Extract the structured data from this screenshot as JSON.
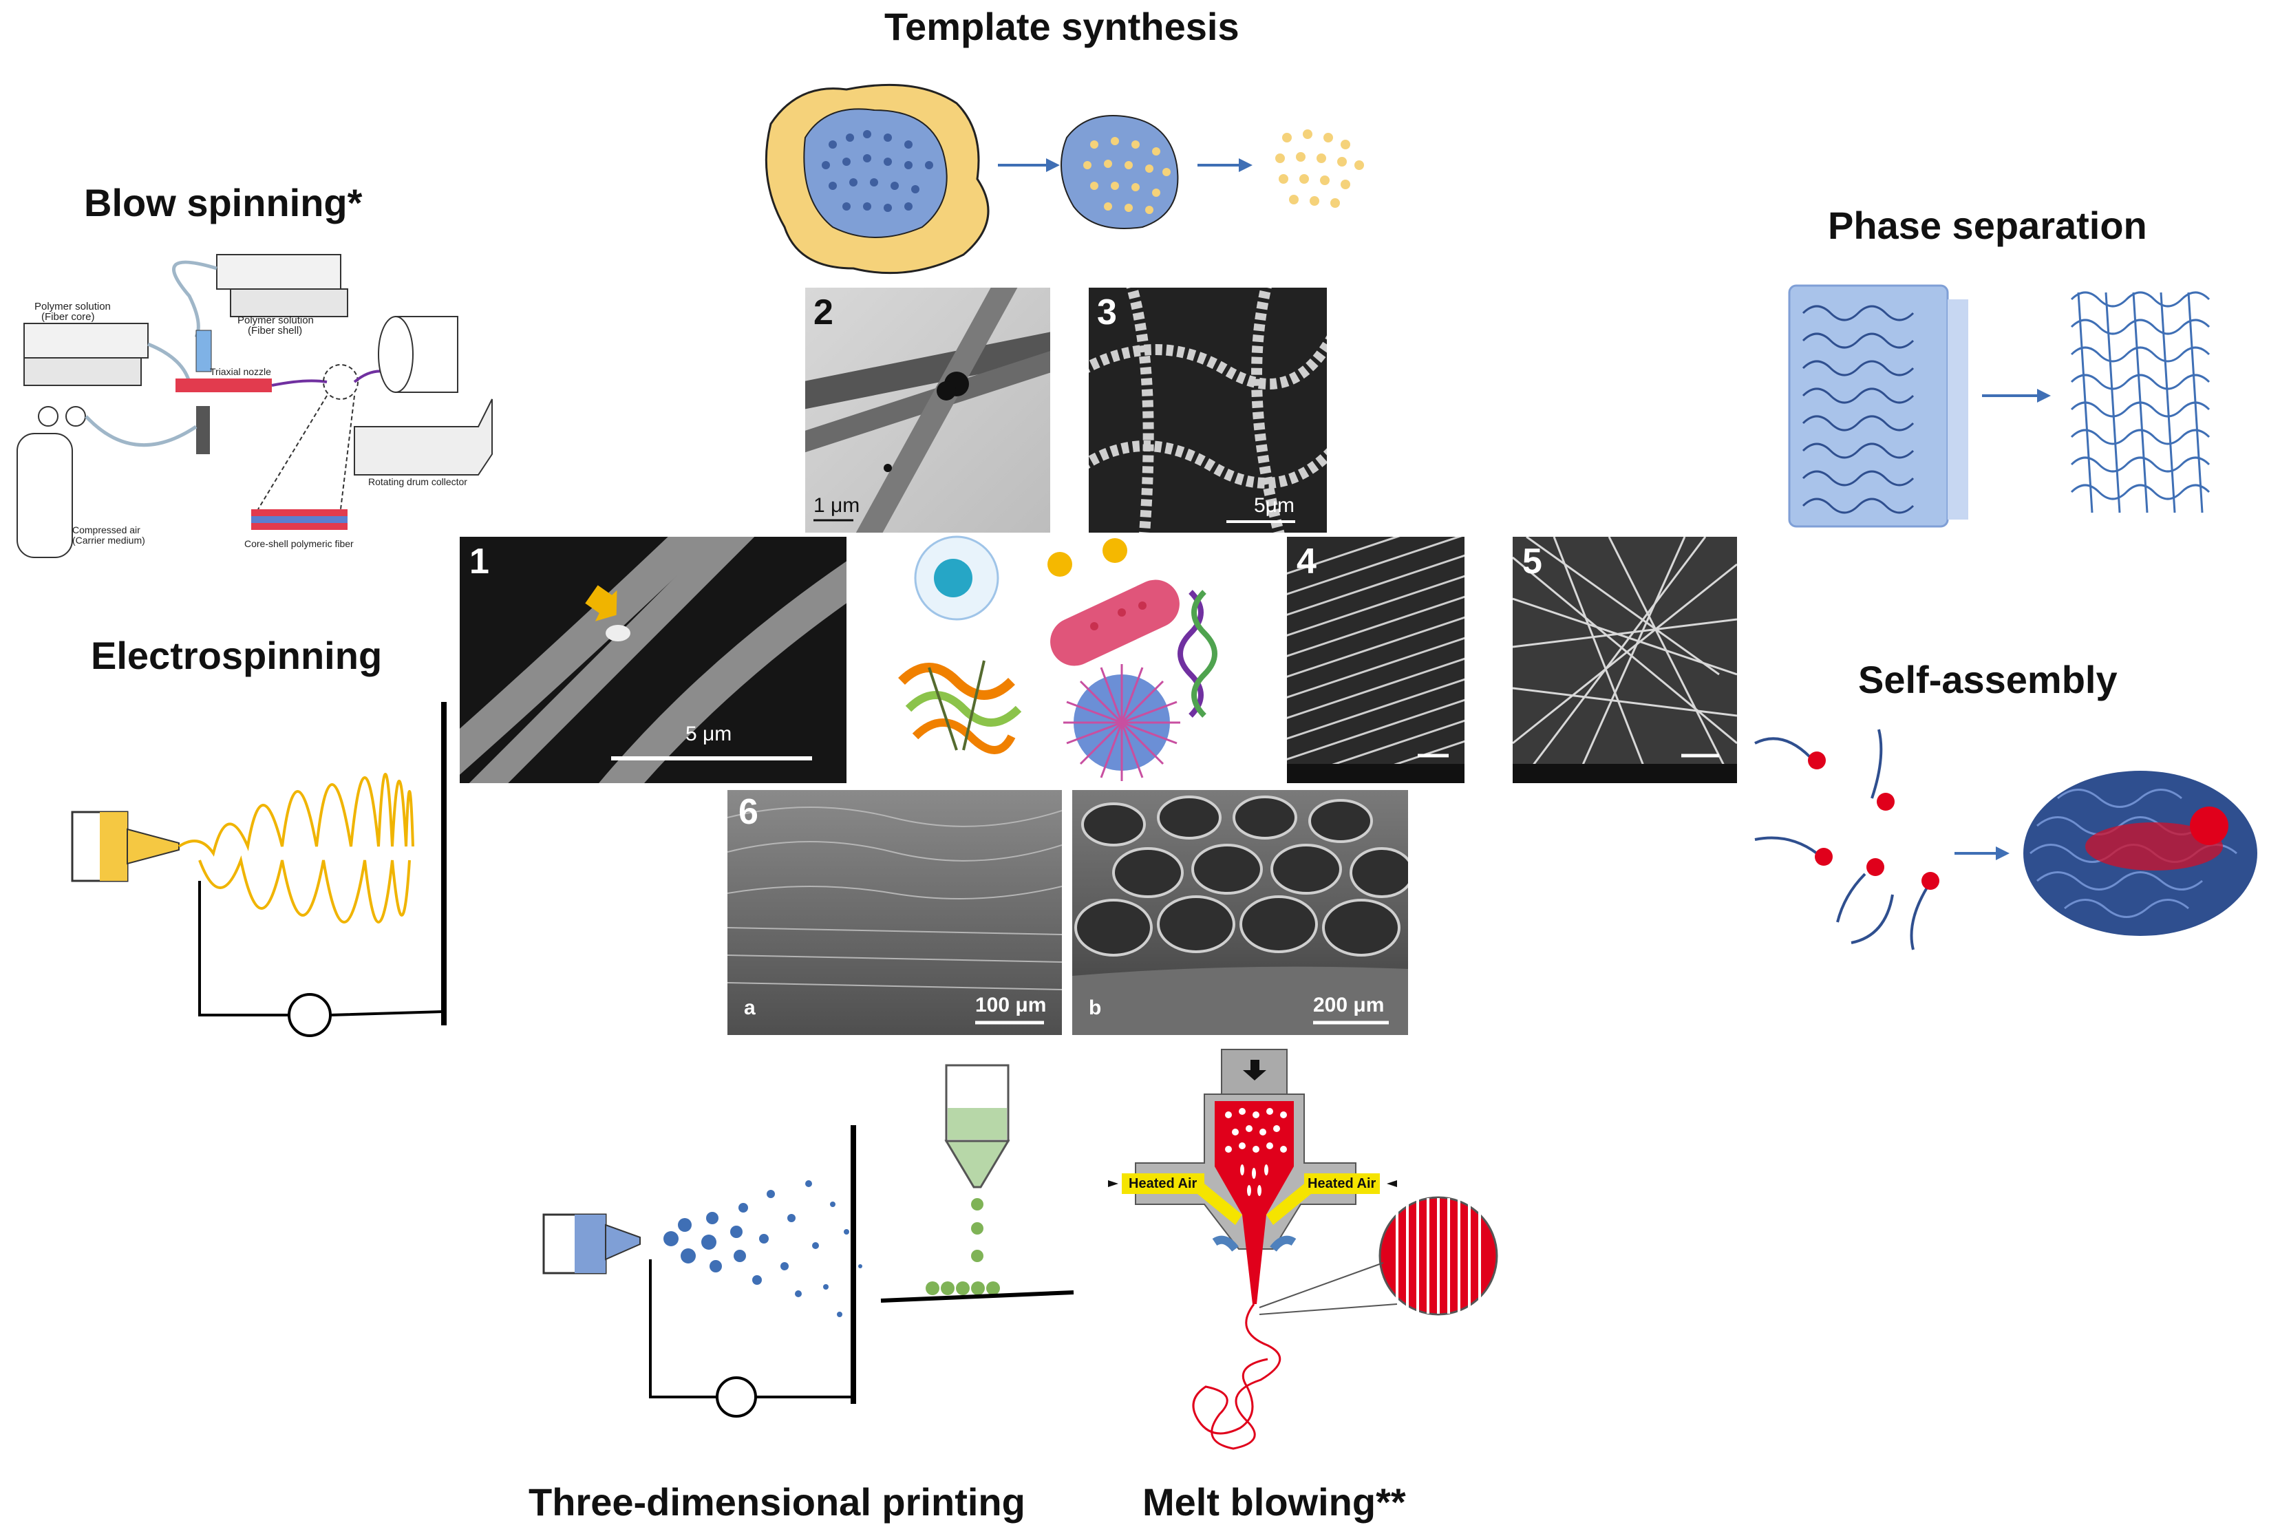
{
  "titles": {
    "template": "Template synthesis",
    "blow": "Blow spinning*",
    "phase": "Phase separation",
    "electro": "Electrospinning",
    "selfassembly": "Self-assembly",
    "printing": "Three-dimensional printing",
    "melt": "Melt blowing**"
  },
  "panels": {
    "p1": {
      "num": "1",
      "scale": "5 μm"
    },
    "p2": {
      "num": "2",
      "scale": "1 μm"
    },
    "p3": {
      "num": "3",
      "scale": "5μm"
    },
    "p4": {
      "num": "4"
    },
    "p5": {
      "num": "5"
    },
    "p6": {
      "num": "6",
      "a": "a",
      "b": "b",
      "scale_a": "100 μm",
      "scale_b": "200 μm"
    }
  },
  "blow_labels": {
    "core": "Polymer solution\n(Fiber core)",
    "shell": "Polymer solution\n(Fiber shell)",
    "nozzle": "Triaxial nozzle",
    "drum": "Rotating drum collector",
    "air": "Compressed air\n(Carrier medium)",
    "fiber": "Core-shell polymeric fiber"
  },
  "melt_labels": {
    "air_left": "Heated Air",
    "air_right": "Heated Air"
  },
  "colors": {
    "yellow": "#f5d27a",
    "blue": "#7f9fd6",
    "dark_blue": "#2f4f8f",
    "red": "#e0001b",
    "green": "#8ac06a"
  }
}
